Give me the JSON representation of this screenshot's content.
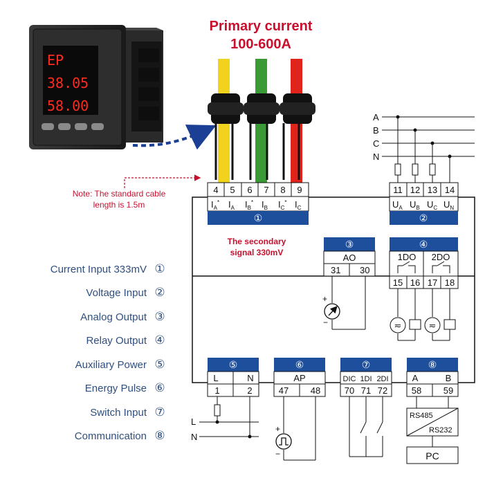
{
  "header": {
    "title_line1": "Primary current",
    "title_line2": "100-600A"
  },
  "device": {
    "display_lines": [
      "EP",
      "38.05",
      "58.00"
    ]
  },
  "note": {
    "line1": "Note: The standard cable",
    "line2": "length is 1.5m"
  },
  "secondary": {
    "line1": "The secondary",
    "line2": "signal 330mV"
  },
  "phases": [
    "A",
    "B",
    "C",
    "N"
  ],
  "blocks": {
    "b1": {
      "number": "①",
      "terminals": [
        "4",
        "5",
        "6",
        "7",
        "8",
        "9"
      ],
      "labels": [
        {
          "main": "I",
          "sub": "A",
          "star": "*"
        },
        {
          "main": "I",
          "sub": "A",
          "star": ""
        },
        {
          "main": "I",
          "sub": "B",
          "star": "*"
        },
        {
          "main": "I",
          "sub": "B",
          "star": ""
        },
        {
          "main": "I",
          "sub": "C",
          "star": "*"
        },
        {
          "main": "I",
          "sub": "C",
          "star": ""
        }
      ]
    },
    "b2": {
      "number": "②",
      "terminals": [
        "11",
        "12",
        "13",
        "14"
      ],
      "labels": [
        {
          "main": "U",
          "sub": "A"
        },
        {
          "main": "U",
          "sub": "B"
        },
        {
          "main": "U",
          "sub": "C"
        },
        {
          "main": "U",
          "sub": "N"
        }
      ]
    },
    "b3": {
      "number": "③",
      "title": "AO",
      "terminals": [
        "31",
        "30"
      ]
    },
    "b4": {
      "number": "④",
      "labels": [
        "1DO",
        "2DO"
      ],
      "terminals": [
        "15",
        "16",
        "17",
        "18"
      ]
    },
    "b5": {
      "number": "⑤",
      "labels": [
        "L",
        "N"
      ],
      "terminals": [
        "1",
        "2"
      ]
    },
    "b6": {
      "number": "⑥",
      "title": "AP",
      "terminals": [
        "47",
        "48"
      ]
    },
    "b7": {
      "number": "⑦",
      "labels": [
        "DIC",
        "1DI",
        "2DI"
      ],
      "terminals": [
        "70",
        "71",
        "72"
      ]
    },
    "b8": {
      "number": "⑧",
      "labels": [
        "A",
        "B"
      ],
      "terminals": [
        "58",
        "59"
      ]
    }
  },
  "power_lines": [
    "L",
    "N"
  ],
  "comm": {
    "rs485": "RS485",
    "rs232": "RS232",
    "pc": "PC"
  },
  "legend": [
    {
      "label": "Current Input 333mV",
      "num": "①"
    },
    {
      "label": "Voltage Input",
      "num": "②"
    },
    {
      "label": "Analog Output",
      "num": "③"
    },
    {
      "label": "Relay Output",
      "num": "④"
    },
    {
      "label": "Auxiliary Power",
      "num": "⑤"
    },
    {
      "label": "Energy Pulse",
      "num": "⑥"
    },
    {
      "label": "Switch Input",
      "num": "⑦"
    },
    {
      "label": "Communication",
      "num": "⑧"
    }
  ],
  "colors": {
    "title_red": "#c8102e",
    "block_blue": "#1e4f9c",
    "legend_blue": "#2f4f7f",
    "cable_yellow": "#f1d21c",
    "cable_green": "#3a9a36",
    "cable_red": "#e0231b",
    "arrow_blue": "#1b3f94",
    "led_red": "#ff2a1f"
  }
}
